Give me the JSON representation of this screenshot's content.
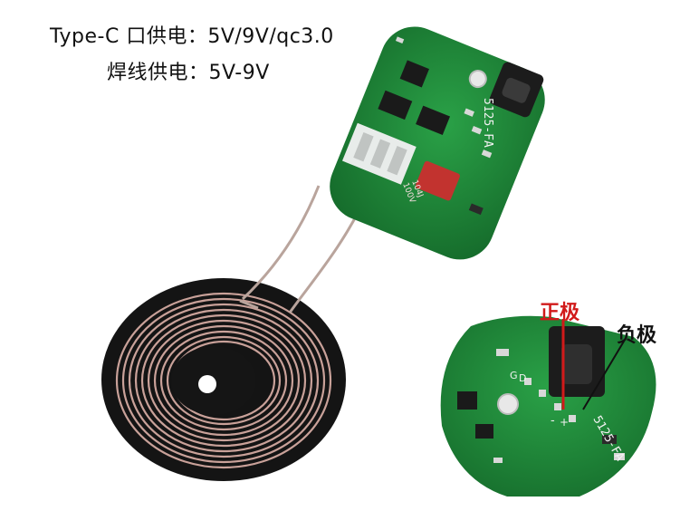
{
  "captions": {
    "typec_supply": "Type-C 口供电：5V/9V/qc3.0",
    "solder_supply": "焊线供电：5V-9V"
  },
  "callouts": {
    "positive": "正极",
    "negative": "负极"
  },
  "board_markings": {
    "model": "5125-FA",
    "capacitor_value": "104J",
    "capacitor_voltage": "100V",
    "pad_d": "D",
    "pad_minus": "-",
    "pad_plus": "+",
    "pad_g": "G"
  },
  "colors": {
    "pcb_green": "#1f8a3a",
    "coil_copper": "#c9a199",
    "coil_base": "#151515",
    "capacitor": "#c2332f",
    "positive_label": "#d11a1a",
    "usb_metal": "#1c1c1c"
  }
}
